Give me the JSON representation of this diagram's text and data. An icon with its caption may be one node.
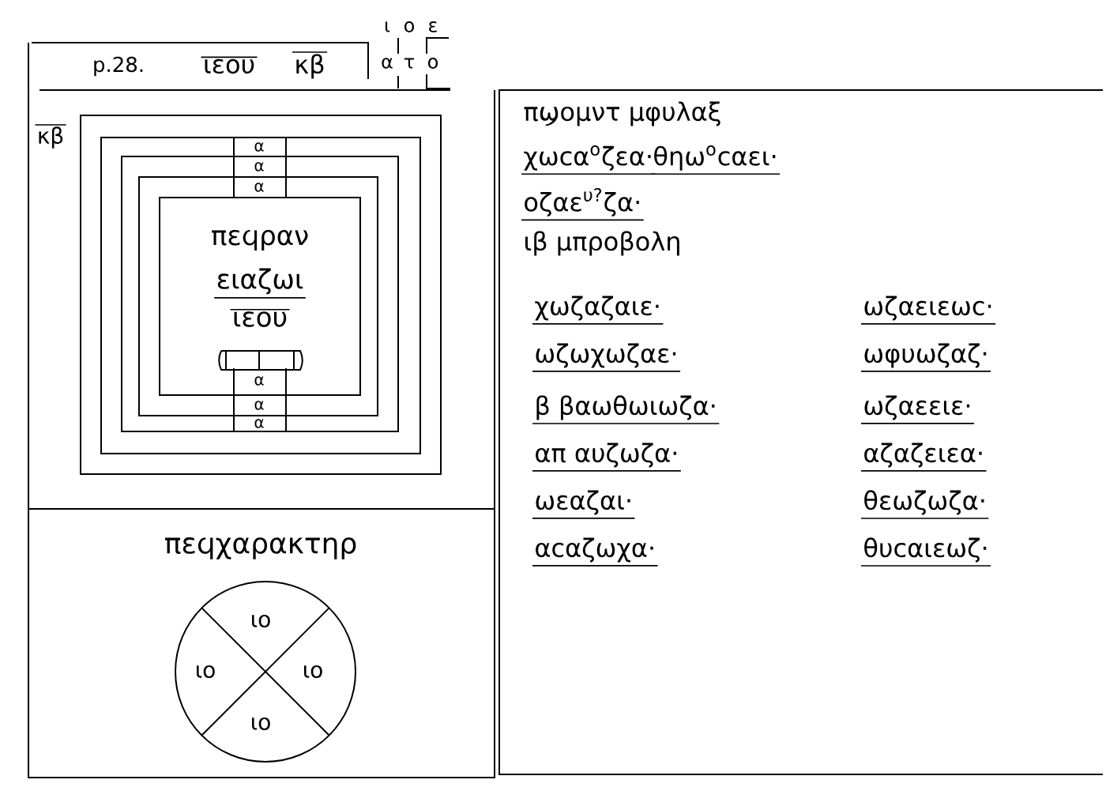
{
  "diagram": {
    "nodes": [
      {
        "text": [
          "p.28.",
          "ιεου",
          "κβ"
        ]
      },
      {
        "text": [
          "κβ"
        ]
      },
      {
        "text": [],
        "shape": "box",
        "in": 1
      },
      {
        "text": [],
        "shape": "box",
        "in": 2
      },
      {
        "text": [],
        "shape": "box",
        "in": 3
      },
      {
        "text": [],
        "shape": "box",
        "in": 4
      },
      {
        "text": [
          "πεϥραν",
          "ειαζωι",
          "ιεου"
        ],
        "in": 5
      },
      {
        "text": [
          "πεϥχαρακτηρ"
        ]
      },
      {
        "text": [
          "ιο",
          "ιο",
          "ιο",
          "ιο"
        ],
        "in": 7
      },
      {
        "text": [
          "πϣομντ μφυλαξ",
          "χωϲα$^{ο}$ζεα·",
          "θηω$^{ο}$ϲαει·",
          "οζαε$^{υ?}$ζα·",
          "ιβ μπροβολη",
          "χωζαζαιε·",
          "ωζαειεωϲ·",
          "ωζωχωζαε·",
          "ωφυωζαζ·",
          "β βαωθωιωζα·",
          "ωζαεειε·",
          "απ αυζωζα·",
          "αζαζειεα·",
          "ωεαζαι·",
          "θεωζωζα·",
          "αϲαζωχα·",
          "θυϲαιεωζ·"
        ]
      }
    ],
    "labels": [
      "ι",
      "ο",
      "ε",
      "α",
      "τ",
      "ο",
      "α",
      "α",
      "α",
      "α",
      "α",
      "α"
    ]
  }
}
